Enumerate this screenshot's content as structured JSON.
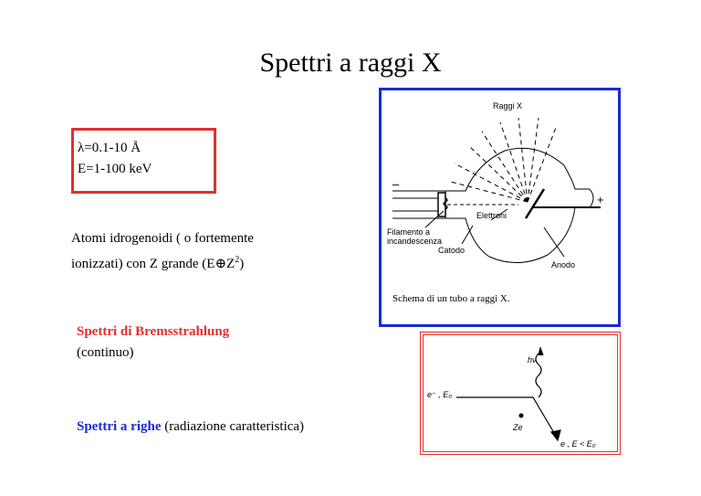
{
  "title": "Spettri a raggi X",
  "info_box": {
    "line1": "λ=0.1-10 Å",
    "line2": "E=1-100 keV"
  },
  "atoms": {
    "line1": "Atomi idrogenoidi ( o fortemente",
    "line2_prefix": "ionizzati) con Z grande (E",
    "line2_symbol": "⊕",
    "line2_z": "Z",
    "line2_exp": "2",
    "line2_suffix": ")"
  },
  "bremsstrahlung": {
    "label": "Spettri di Bremsstrahlung",
    "sub": "(continuo)"
  },
  "righe": {
    "label": "Spettri a righe",
    "sub": " (radiazione caratteristica)"
  },
  "tube_diagram": {
    "raggi_x": "Raggi X",
    "minus": "–",
    "plus": "+",
    "elettroni": "Elettroni",
    "filamento1": "Filamento a",
    "filamento2": "incandescenza",
    "catodo": "Catodo",
    "anodo": "Anodo",
    "caption": "Schema di un tubo a raggi X."
  },
  "brems_diagram": {
    "hv": "hν",
    "e_in": "e⁻ , E₀",
    "ze": "Ze",
    "e_out": "e , E < E₀"
  },
  "colors": {
    "red": "#e03030",
    "blue": "#1a2ad8"
  }
}
